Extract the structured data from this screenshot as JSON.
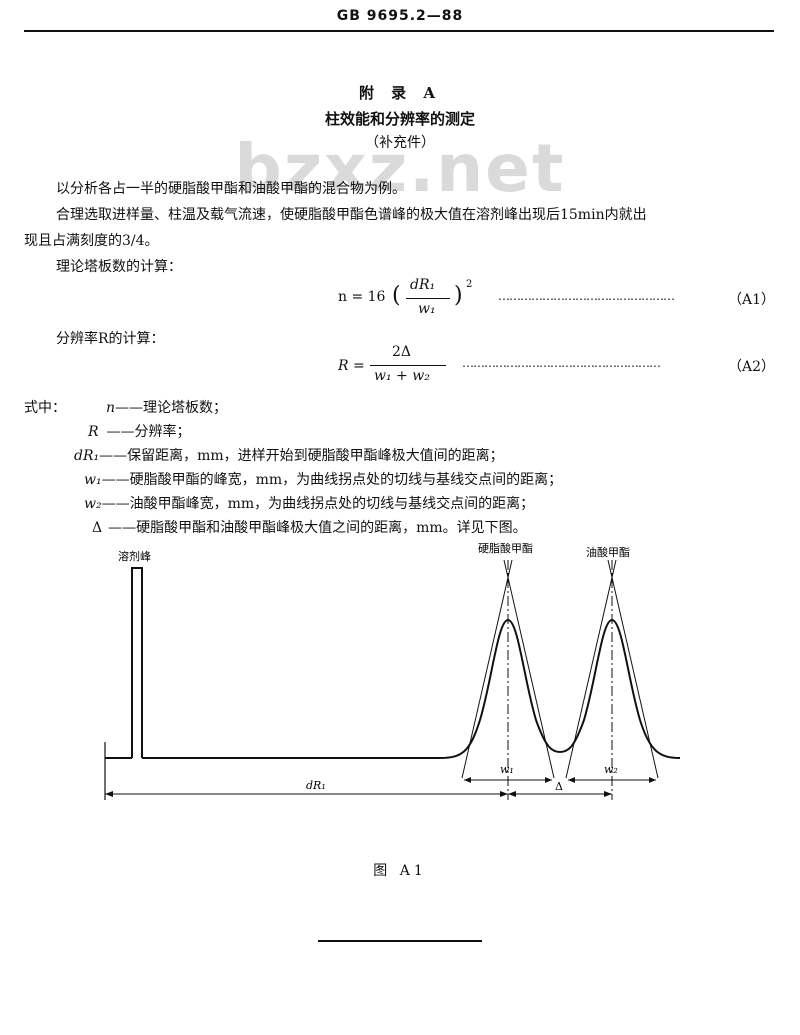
{
  "header": {
    "standard_no": "GB  9695.2—88"
  },
  "watermark": "bzxz.net",
  "appendix": {
    "title": "附  录  A",
    "subtitle": "柱效能和分辨率的测定",
    "note": "（补充件）"
  },
  "body": {
    "p1": "以分析各占一半的硬脂酸甲酯和油酸甲酯的混合物为例。",
    "p2_line1": "合理选取进样量、柱温及载气流速，使硬脂酸甲酯色谱峰的极大值在溶剂峰出现后15min内就出",
    "p2_line2": "现且占满刻度的3/4。",
    "p3": "理论塔板数的计算：",
    "p4": "分辨率R的计算："
  },
  "formula1": {
    "lhs": "n = 16",
    "numerator": "dR₁",
    "denominator": "w₁",
    "power": "2",
    "dots": "…………………………………………",
    "tag": "（A1）"
  },
  "formula2": {
    "lhs": "R =",
    "numerator": "2Δ",
    "denominator": "w₁ + w₂",
    "dots": "………………………………………………",
    "tag": "（A2）"
  },
  "definitions": {
    "intro": "式中：",
    "items": [
      {
        "symbol": "n",
        "text": "——理论塔板数；"
      },
      {
        "symbol": "R",
        "text": "——分辨率；"
      },
      {
        "symbol": "dR₁",
        "text": "——保留距离，mm，进样开始到硬脂酸甲酯峰极大值间的距离；"
      },
      {
        "symbol": "w₁",
        "text": "——硬脂酸甲酯的峰宽，mm，为曲线拐点处的切线与基线交点间的距离；"
      },
      {
        "symbol": "w₂",
        "text": "——油酸甲酯峰宽，mm，为曲线拐点处的切线与基线交点间的距离；"
      },
      {
        "symbol": "Δ",
        "text": "——硬脂酸甲酯和油酸甲酯峰极大值之间的距离，mm。详见下图。"
      }
    ]
  },
  "figure": {
    "solvent_peak_label": "溶剂峰",
    "stearate_label": "硬脂酸甲酯",
    "oleate_label": "油酸甲酯",
    "w1_label": "w₁",
    "w2_label": "w₂",
    "dR1_label": "dR₁",
    "delta_label": "Δ",
    "caption": "图 A1"
  }
}
